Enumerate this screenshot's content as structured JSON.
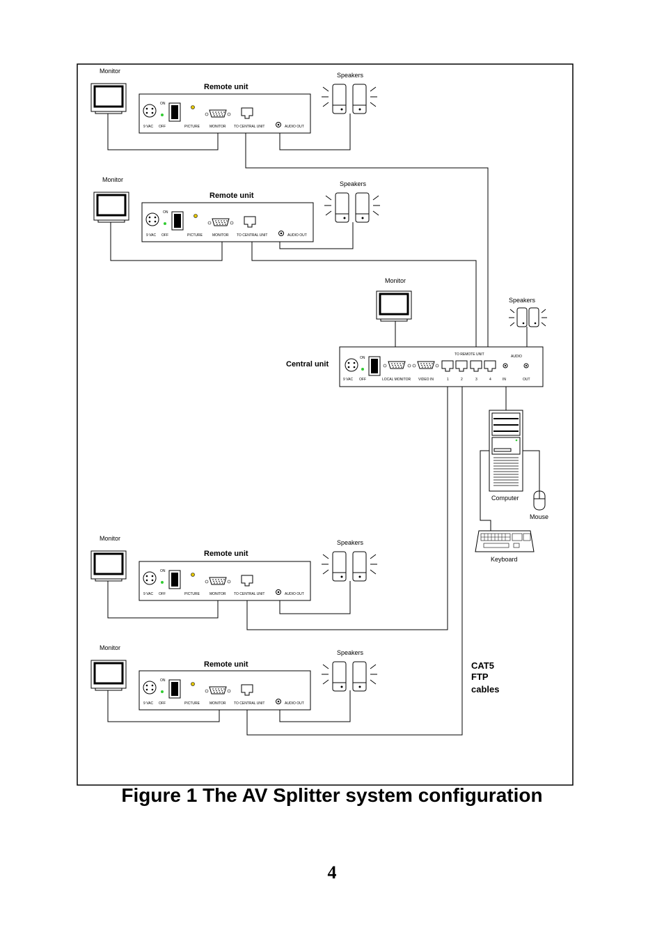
{
  "labels": {
    "monitor": "Monitor",
    "speakers": "Speakers",
    "remote_unit": "Remote unit",
    "central_unit": "Central unit",
    "computer": "Computer",
    "mouse": "Mouse",
    "keyboard": "Keyboard",
    "cables": [
      "CAT5",
      "FTP",
      "cables"
    ]
  },
  "remote_panel": {
    "on": "ON",
    "power": "9 VAC",
    "off": "OFF",
    "picture": "PICTURE",
    "monitor": "MONITOR",
    "to_central": "TO CENTRAL UNIT",
    "audio_out": "AUDIO OUT"
  },
  "central_panel": {
    "on": "ON",
    "power": "9 VAC",
    "off": "OFF",
    "local_monitor": "LOCAL MONITOR",
    "video_in": "VIDEO IN",
    "to_remote": "TO REMOTE UNIT",
    "ports": [
      "1",
      "2",
      "3",
      "4"
    ],
    "audio": "AUDIO",
    "in": "IN",
    "out": "OUT"
  },
  "caption": "Figure 1 The AV Splitter system configuration",
  "page_number": "4",
  "colors": {
    "led": "#33cc33",
    "line": "#000000"
  }
}
